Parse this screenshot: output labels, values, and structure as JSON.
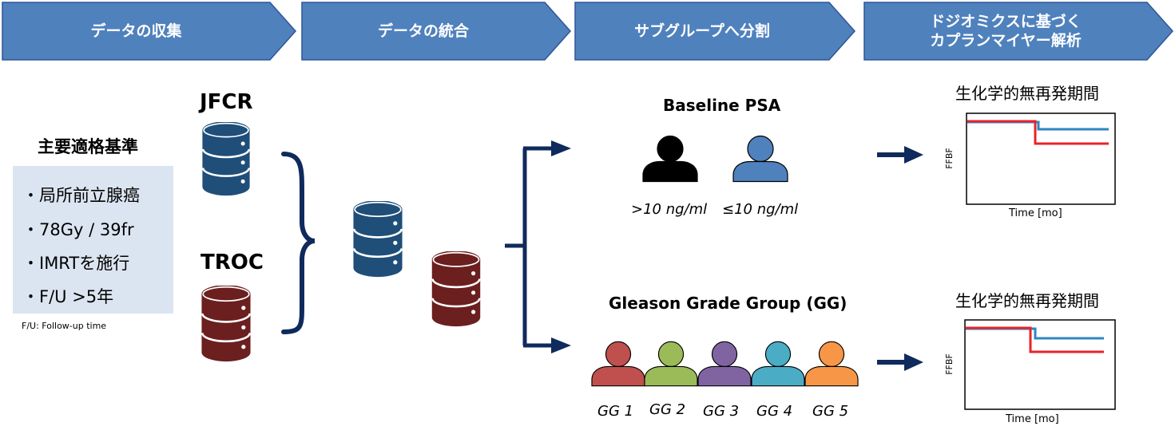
{
  "steps": [
    {
      "label": "データの収集",
      "sub": ""
    },
    {
      "label": "データの統合",
      "sub": ""
    },
    {
      "label": "サブグループへ分割",
      "sub": ""
    },
    {
      "label": "ドジオミクスに基づく",
      "sub": "カプランマイヤー解析"
    }
  ],
  "sources": {
    "a": "JFCR",
    "b": "TROC"
  },
  "criteria": {
    "title": "主要適格基準",
    "items": [
      "・局所前立腺癌",
      "・78Gy / 39fr",
      "・IMRTを施行",
      "・F/U >5年"
    ],
    "footnote": "F/U: Follow-up time"
  },
  "psa": {
    "title": "Baseline PSA",
    "labels": [
      ">10 ng/ml",
      "≤10 ng/ml"
    ]
  },
  "gg": {
    "title": "Gleason Grade Group (GG)",
    "labels": [
      "GG 1",
      "GG 2",
      "GG 3",
      "GG 4",
      "GG 5"
    ]
  },
  "km": {
    "title": "生化学的無再発期間",
    "xlabel": "Time [mo]",
    "ylabel": "FFBF"
  },
  "colors": {
    "banner": "#4f81bd",
    "db_blue": "#1f4e79",
    "db_red": "#6b1f1f",
    "arrow": "#0f2a5c",
    "km_blue": "#2e86c1",
    "km_red": "#e8232a",
    "psa_high": "#000000",
    "psa_low": "#4f81bd",
    "gg": [
      "#c0504d",
      "#9bbb59",
      "#8064a2",
      "#4bacc6",
      "#f79646"
    ]
  }
}
